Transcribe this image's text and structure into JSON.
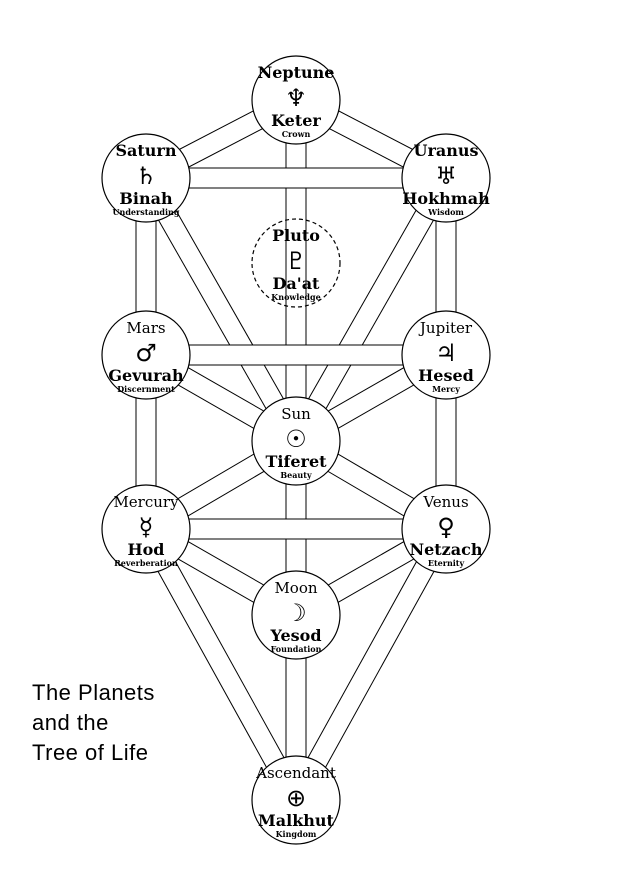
{
  "title": {
    "lines": [
      "The Planets",
      "and the",
      "Tree of Life"
    ]
  },
  "nodes": [
    {
      "id": "keter",
      "planet": "Neptune",
      "symbol": "♆",
      "sephira": "Keter",
      "meaning": "Crown",
      "planet_bold": true,
      "hidden": false
    },
    {
      "id": "binah",
      "planet": "Saturn",
      "symbol": "♄",
      "sephira": "Binah",
      "meaning": "Understanding",
      "planet_bold": true,
      "hidden": false
    },
    {
      "id": "hokhmah",
      "planet": "Uranus",
      "symbol": "♅",
      "sephira": "Hokhmah",
      "meaning": "Wisdom",
      "planet_bold": true,
      "hidden": false
    },
    {
      "id": "daat",
      "planet": "Pluto",
      "symbol": "♇",
      "sephira": "Da'at",
      "meaning": "Knowledge",
      "planet_bold": true,
      "hidden": true
    },
    {
      "id": "gevurah",
      "planet": "Mars",
      "symbol": "♂",
      "sephira": "Gevurah",
      "meaning": "Discernment",
      "planet_bold": false,
      "hidden": false
    },
    {
      "id": "hesed",
      "planet": "Jupiter",
      "symbol": "♃",
      "sephira": "Hesed",
      "meaning": "Mercy",
      "planet_bold": false,
      "hidden": false
    },
    {
      "id": "tiferet",
      "planet": "Sun",
      "symbol": "☉",
      "sephira": "Tiferet",
      "meaning": "Beauty",
      "planet_bold": false,
      "hidden": false
    },
    {
      "id": "hod",
      "planet": "Mercury",
      "symbol": "☿",
      "sephira": "Hod",
      "meaning": "Reverberation",
      "planet_bold": false,
      "hidden": false
    },
    {
      "id": "netzach",
      "planet": "Venus",
      "symbol": "♀",
      "sephira": "Netzach",
      "meaning": "Eternity",
      "planet_bold": false,
      "hidden": false
    },
    {
      "id": "yesod",
      "planet": "Moon",
      "symbol": "☽",
      "sephira": "Yesod",
      "meaning": "Foundation",
      "planet_bold": false,
      "hidden": false
    },
    {
      "id": "malkhut",
      "planet": "Ascendant",
      "symbol": "⊕",
      "sephira": "Malkhut",
      "meaning": "Kingdom",
      "planet_bold": false,
      "hidden": false
    }
  ],
  "paths": [
    [
      "keter",
      "binah"
    ],
    [
      "keter",
      "hokhmah"
    ],
    [
      "keter",
      "tiferet"
    ],
    [
      "binah",
      "hokhmah"
    ],
    [
      "binah",
      "gevurah"
    ],
    [
      "binah",
      "tiferet"
    ],
    [
      "hokhmah",
      "hesed"
    ],
    [
      "hokhmah",
      "tiferet"
    ],
    [
      "gevurah",
      "hesed"
    ],
    [
      "gevurah",
      "tiferet"
    ],
    [
      "hesed",
      "tiferet"
    ],
    [
      "gevurah",
      "hod"
    ],
    [
      "hesed",
      "netzach"
    ],
    [
      "tiferet",
      "hod"
    ],
    [
      "tiferet",
      "netzach"
    ],
    [
      "tiferet",
      "yesod"
    ],
    [
      "hod",
      "netzach"
    ],
    [
      "hod",
      "yesod"
    ],
    [
      "netzach",
      "yesod"
    ],
    [
      "hod",
      "malkhut"
    ],
    [
      "netzach",
      "malkhut"
    ],
    [
      "yesod",
      "malkhut"
    ]
  ]
}
